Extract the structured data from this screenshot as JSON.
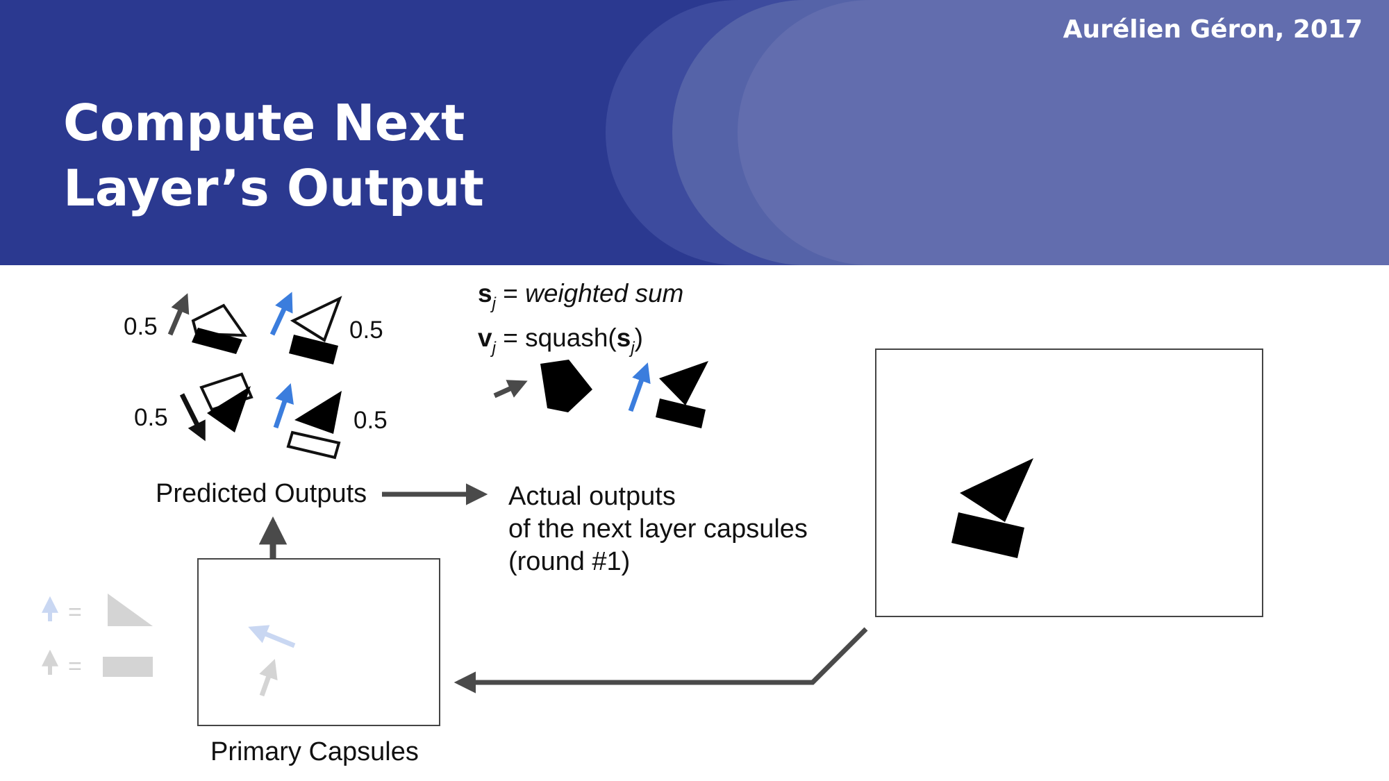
{
  "header": {
    "title_line1": "Compute Next",
    "title_line2": "Layer’s Output",
    "credit": "Aurélien Géron, 2017",
    "colors": {
      "banner": "#2b3990",
      "arc1": "#3d4b9e",
      "arc2": "#5563a8",
      "arc3": "#626dae"
    }
  },
  "formulas": {
    "s_var": "s",
    "s_sub": "j",
    "s_eq": " = ",
    "s_rhs": "weighted sum",
    "v_var": "v",
    "v_sub": "j",
    "v_eq": " = squash(",
    "v_arg": "s",
    "v_arg_sub": "j",
    "v_close": ")"
  },
  "weights": [
    "0.5",
    "0.5",
    "0.5",
    "0.5"
  ],
  "labels": {
    "predicted_outputs": "Predicted Outputs",
    "actual_line1": "Actual outputs",
    "actual_line2": "of the next layer capsules",
    "actual_line3": "(round #1)",
    "primary_capsules": "Primary Capsules"
  },
  "legend": {
    "eq1": "=",
    "eq2": "=",
    "triangle_icon": "triangle-shape-icon",
    "rectangle_icon": "rectangle-shape-icon"
  },
  "colors": {
    "blue_arrow": "#3b7ddd",
    "dark_arrow": "#4a4a4a",
    "faded": "#cfcfcf"
  }
}
